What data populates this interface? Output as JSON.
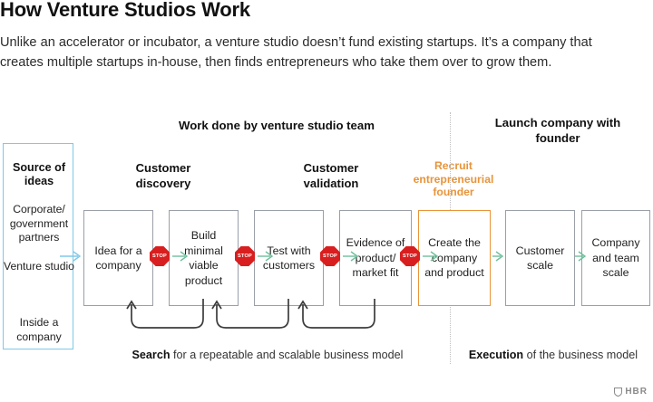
{
  "header": {
    "title": "How Venture Studios Work",
    "deck": "Unlike an accelerator or incubator, a venture studio doesn’t fund existing startups. It’s a company that creates multiple startups in-house, then finds entrepreneurs who take them over to grow them."
  },
  "section_headers": {
    "studio_work": "Work done by venture studio team",
    "launch_company": "Launch company with founder"
  },
  "column_labels": {
    "customer_discovery": "Customer discovery",
    "customer_validation": "Customer validation",
    "recruit_founder": "Recruit entrepreneurial founder"
  },
  "source_panel": {
    "title": "Source of ideas",
    "items": [
      "Corporate/ government partners",
      "Venture studio",
      "Inside a company"
    ]
  },
  "stages": [
    {
      "label": "Idea for a company",
      "accent": false
    },
    {
      "label": "Build minimal viable product",
      "accent": false
    },
    {
      "label": "Test with customers",
      "accent": false
    },
    {
      "label": "Evidence of product/ market fit",
      "accent": false
    },
    {
      "label": "Create the company and product",
      "accent": true
    },
    {
      "label": "Customer scale",
      "accent": false
    },
    {
      "label": "Company and team scale",
      "accent": false
    }
  ],
  "stop_signs": [
    {
      "label": "STOP"
    },
    {
      "label": "STOP"
    },
    {
      "label": "STOP"
    },
    {
      "label": "STOP"
    }
  ],
  "footers": {
    "search_bold": "Search",
    "search_rest": " for a repeatable and scalable business model",
    "execution_bold": "Execution",
    "execution_rest": " of the business model"
  },
  "branding": {
    "logo_text": "HBR"
  },
  "colors": {
    "accent_orange": "#E8943A",
    "source_blue": "#7FC8E8",
    "stop_red": "#D81E1E",
    "arrow_green": "#6FBF9B",
    "box_gray": "#9A9FA8",
    "divider_gray": "#BFBFBF"
  }
}
